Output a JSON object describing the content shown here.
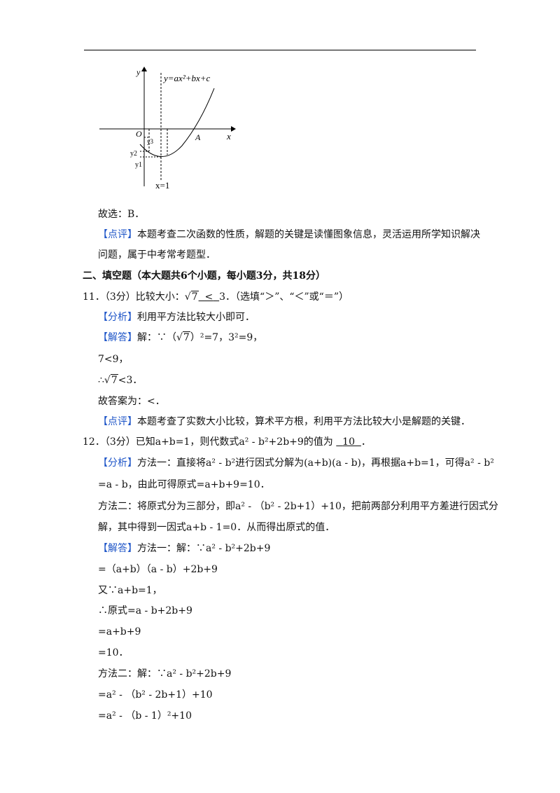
{
  "figure": {
    "func_label": "y=ax²+bx+c",
    "axis_y": "y",
    "axis_x": "x",
    "origin": "O",
    "point_a": "A",
    "y1": "y1",
    "y2": "y2",
    "y3": "y3",
    "line_label": "x=1"
  },
  "lines": {
    "l1": "故选：B．",
    "l2_tag": "【点评】",
    "l2": "本题考查二次函数的性质，解题的关键是读懂图象信息，灵活运用所学知识解决",
    "l3": "问题，属于中考常考题型．",
    "section": "二、填空题（本大题共6个小题，每小题3分，共18分）",
    "q11_pre": "11．（3分）比较大小：",
    "q11_rad": "7",
    "q11_blank": "<",
    "q11_post": "3．（选填“＞”、“＜”或“＝”）",
    "fx_tag": "【分析】",
    "fx1": "利用平方法比较大小即可．",
    "jd_tag": "【解答】",
    "jd1_pre": "解：∵（",
    "jd1_rad": "7",
    "jd1_post": "）²=7，3²=9，",
    "l_7lt9": "7<9，",
    "l_so_pre": "∴",
    "l_so_rad": "7",
    "l_so_post": "<3．",
    "l_ans": "故答案为：<．",
    "dp_tag": "【点评】",
    "dp2": "本题考查了实数大小比较，算术平方根，利用平方法比较大小是解题的关键．",
    "q12_pre": "12．（3分）已知a+b=1，则代数式a² - b²+2b+9的值为",
    "q12_blank": "10",
    "q12_post": "．",
    "fx12_tag": "【分析】",
    "fx12_1": "方法一：直接将a² - b²进行因式分解为(a+b)(a - b)，再根据a+b=1，可得a² - b²",
    "fx12_2": "=a - b，由此可得原式=a+b+9=10．",
    "fx12_3": "方法二：将原式分为三部分，即a² - （b² - 2b+1）+10，把前两部分利用平方差进行因式分",
    "fx12_4": "解，其中得到一因式a+b - 1=0．从而得出原式的值．",
    "jd12_tag": "【解答】",
    "jd12_1": "方法一：解：∵a² - b²+2b+9",
    "jd12_2": "=（a+b）（a - b）+2b+9",
    "jd12_3": "又∵a+b=1，",
    "jd12_4": "∴原式=a - b+2b+9",
    "jd12_5": "=a+b+9",
    "jd12_6": "=10．",
    "jd12_7": "方法二：解：∵a² - b²+2b+9",
    "jd12_8": "=a² - （b² - 2b+1）+10",
    "jd12_9": "=a² - （b - 1）²+10"
  }
}
